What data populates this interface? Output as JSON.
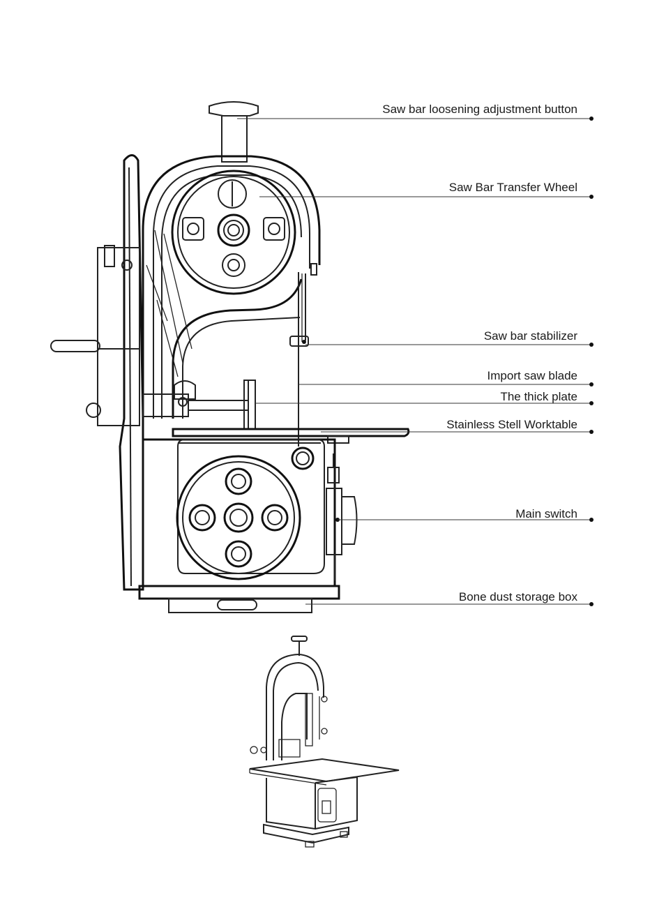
{
  "diagram": {
    "callouts": [
      {
        "id": "adjust-button",
        "label": "Saw bar loosening adjustment button"
      },
      {
        "id": "transfer-wheel",
        "label": "Saw Bar Transfer Wheel"
      },
      {
        "id": "stabilizer",
        "label": "Saw bar stabilizer"
      },
      {
        "id": "saw-blade",
        "label": "Import saw blade"
      },
      {
        "id": "thick-plate",
        "label": "The thick plate"
      },
      {
        "id": "worktable",
        "label": "Stainless Stell Worktable"
      },
      {
        "id": "main-switch",
        "label": "Main switch"
      },
      {
        "id": "dust-box",
        "label": "Bone dust storage box"
      }
    ]
  }
}
